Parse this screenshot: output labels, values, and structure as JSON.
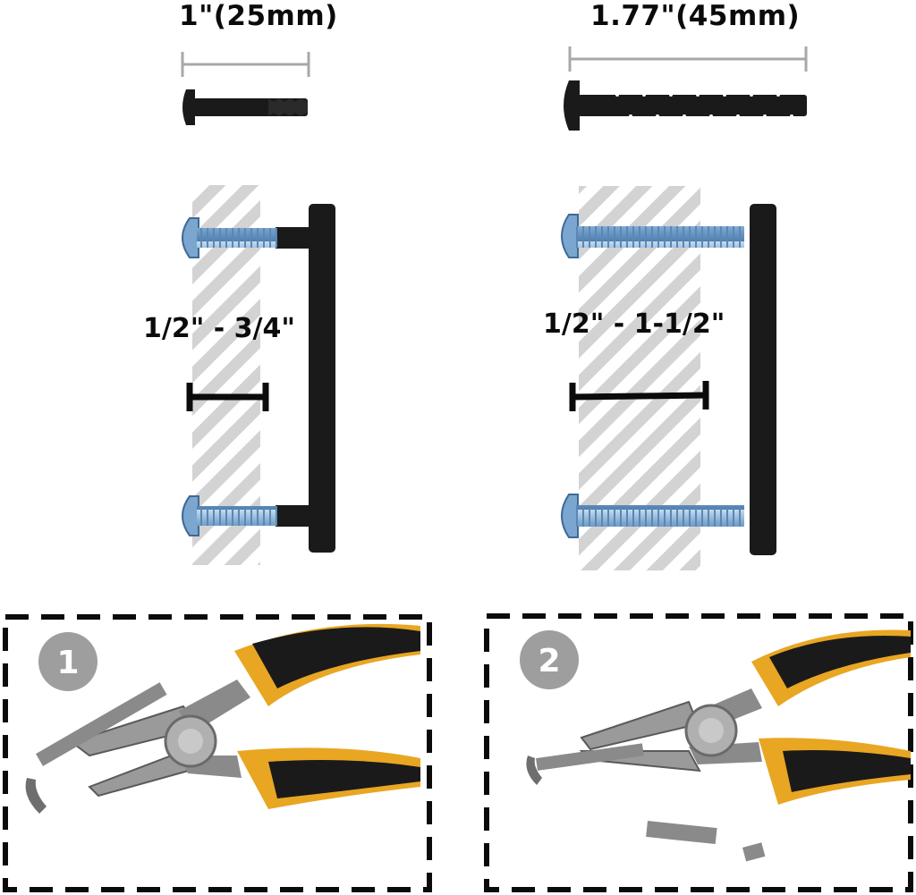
{
  "screws": {
    "short_length": "1\"(25mm)",
    "long_length": "1.77\"(45mm)"
  },
  "thickness": {
    "thin_range": "1/2\" - 3/4\"",
    "thick_range": "1/2\" - 1-1/2\""
  },
  "steps": [
    {
      "number": "1"
    },
    {
      "number": "2"
    }
  ],
  "colors": {
    "handle_black": "#1a1a1a",
    "dimension_gray": "#a8a8a8",
    "hatch_gray": "#d3d3d3",
    "screw_blue": "#8fb4d6",
    "plier_yellow": "#e8a623",
    "plier_metal": "#9a9a9a",
    "badge_gray": "#9e9e9e"
  }
}
